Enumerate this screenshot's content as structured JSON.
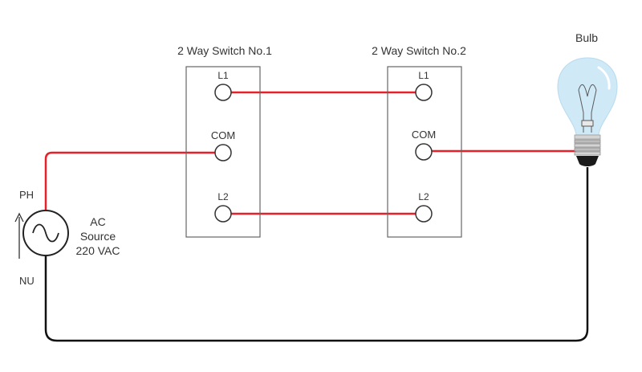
{
  "switch1": {
    "title": "2 Way Switch No.1",
    "l1": "L1",
    "com": "COM",
    "l2": "L2"
  },
  "switch2": {
    "title": "2 Way Switch No.2",
    "l1": "L1",
    "com": "COM",
    "l2": "L2"
  },
  "bulb": {
    "label": "Bulb"
  },
  "source": {
    "line1": "AC",
    "line2": "Source",
    "line3": "220 VAC",
    "ph": "PH",
    "nu": "NU"
  },
  "colors": {
    "phase_wire": "#e8202a",
    "neutral_wire": "#111111",
    "box_stroke": "#666666",
    "bulb_glass": "#cfe9f7"
  },
  "icons": {
    "source_symbol": "ac-sine-icon",
    "bulb_symbol": "light-bulb-icon",
    "direction_arrow": "up-arrow-icon"
  }
}
